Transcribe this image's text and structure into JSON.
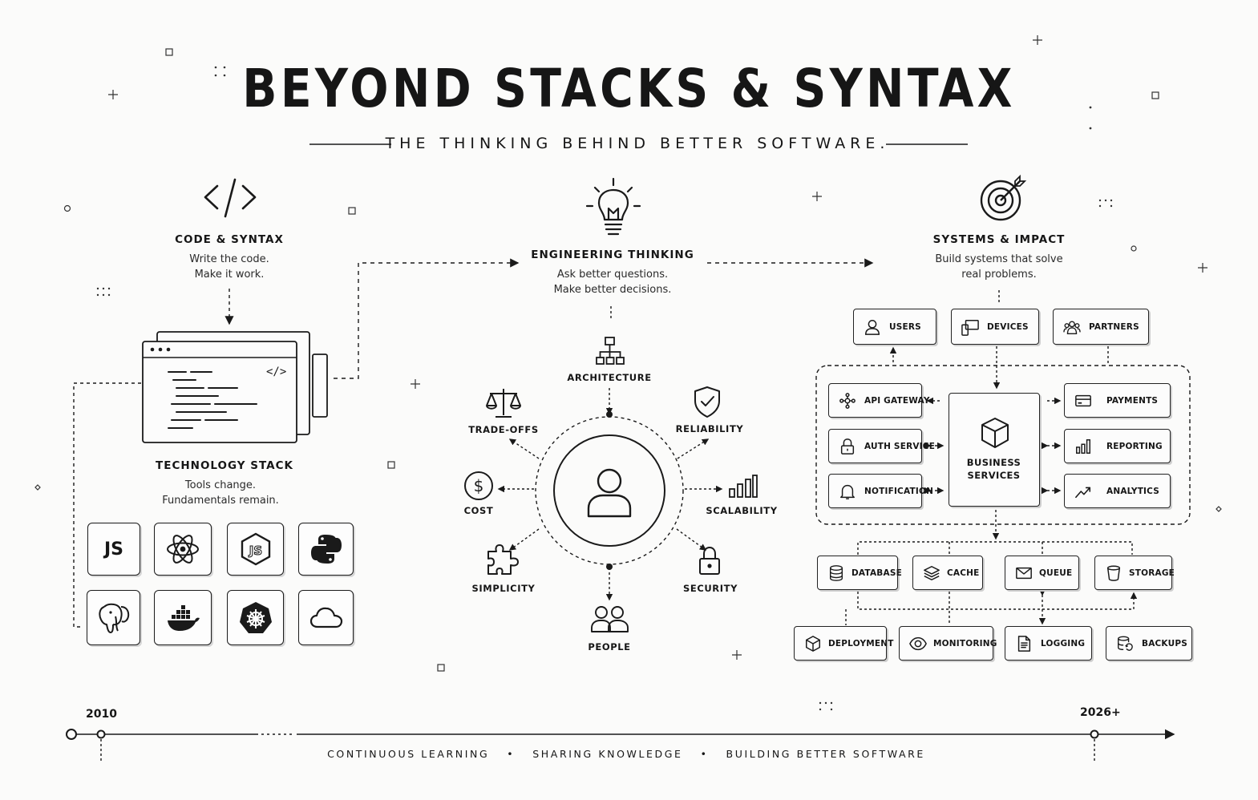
{
  "header": {
    "title": "BEYOND STACKS & SYNTAX",
    "subtitle": "THE THINKING BEHIND BETTER SOFTWARE."
  },
  "code_syntax": {
    "title": "CODE & SYNTAX",
    "desc_line1": "Write the code.",
    "desc_line2": "Make it work."
  },
  "technology_stack": {
    "title": "TECHNOLOGY STACK",
    "desc_line1": "Tools change.",
    "desc_line2": "Fundamentals remain.",
    "tiles": [
      {
        "icon": "javascript-icon",
        "text": "JS"
      },
      {
        "icon": "react-icon"
      },
      {
        "icon": "nodejs-icon"
      },
      {
        "icon": "python-icon"
      },
      {
        "icon": "postgresql-icon"
      },
      {
        "icon": "docker-icon"
      },
      {
        "icon": "kubernetes-icon"
      },
      {
        "icon": "cloud-icon"
      }
    ]
  },
  "engineering_thinking": {
    "title": "ENGINEERING THINKING",
    "desc_line1": "Ask better questions.",
    "desc_line2": "Make better decisions.",
    "nodes": {
      "architecture": "ARCHITECTURE",
      "reliability": "RELIABILITY",
      "scalability": "SCALABILITY",
      "security": "SECURITY",
      "people": "PEOPLE",
      "simplicity": "SIMPLICITY",
      "cost": "COST",
      "tradeoffs": "TRADE-OFFS"
    }
  },
  "systems_impact": {
    "title": "SYSTEMS & IMPACT",
    "desc_line1": "Build systems that solve",
    "desc_line2": "real problems.",
    "clients": [
      "USERS",
      "DEVICES",
      "PARTNERS"
    ],
    "left_services": [
      "API GATEWAY",
      "AUTH SERVICE",
      "NOTIFICATION"
    ],
    "core_line1": "BUSINESS",
    "core_line2": "SERVICES",
    "right_services": [
      "PAYMENTS",
      "REPORTING",
      "ANALYTICS"
    ],
    "data_layer": [
      "DATABASE",
      "CACHE",
      "QUEUE",
      "STORAGE"
    ],
    "ops_layer": [
      "DEPLOYMENT",
      "MONITORING",
      "LOGGING",
      "BACKUPS"
    ]
  },
  "timeline": {
    "start": "2010",
    "end": "2026+",
    "footer_items": [
      "CONTINUOUS LEARNING",
      "SHARING KNOWLEDGE",
      "BUILDING BETTER SOFTWARE"
    ],
    "separator": "•"
  },
  "colors": {
    "ink": "#161616",
    "background": "#fbfbfa",
    "shadow": "#cfcfcf"
  }
}
